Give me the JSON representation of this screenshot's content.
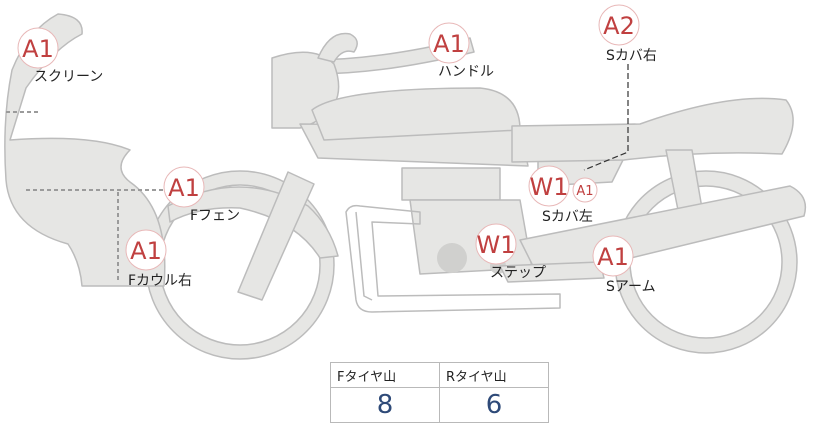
{
  "colors": {
    "body_fill": "#e6e6e4",
    "body_stroke": "#bcbcbc",
    "badge_text": "#c04040",
    "tire_value": "#2e4a78"
  },
  "parts": [
    {
      "key": "screen",
      "grade": "A1",
      "label": "スクリーン"
    },
    {
      "key": "handle",
      "grade": "A1",
      "label": "ハンドル"
    },
    {
      "key": "scover_right",
      "grade": "A2",
      "label": "Sカバ右"
    },
    {
      "key": "ffender",
      "grade": "A1",
      "label": "Fフェン"
    },
    {
      "key": "scover_left",
      "grade": "W1",
      "sub_grade": "A1",
      "label": "Sカバ左"
    },
    {
      "key": "fcowl_right",
      "grade": "A1",
      "label": "Fカウル右"
    },
    {
      "key": "step",
      "grade": "W1",
      "label": "ステップ"
    },
    {
      "key": "sarm",
      "grade": "A1",
      "label": "Sアーム"
    }
  ],
  "tire_table": {
    "headers": [
      "Fタイヤ山",
      "Rタイヤ山"
    ],
    "values": [
      "8",
      "6"
    ]
  }
}
